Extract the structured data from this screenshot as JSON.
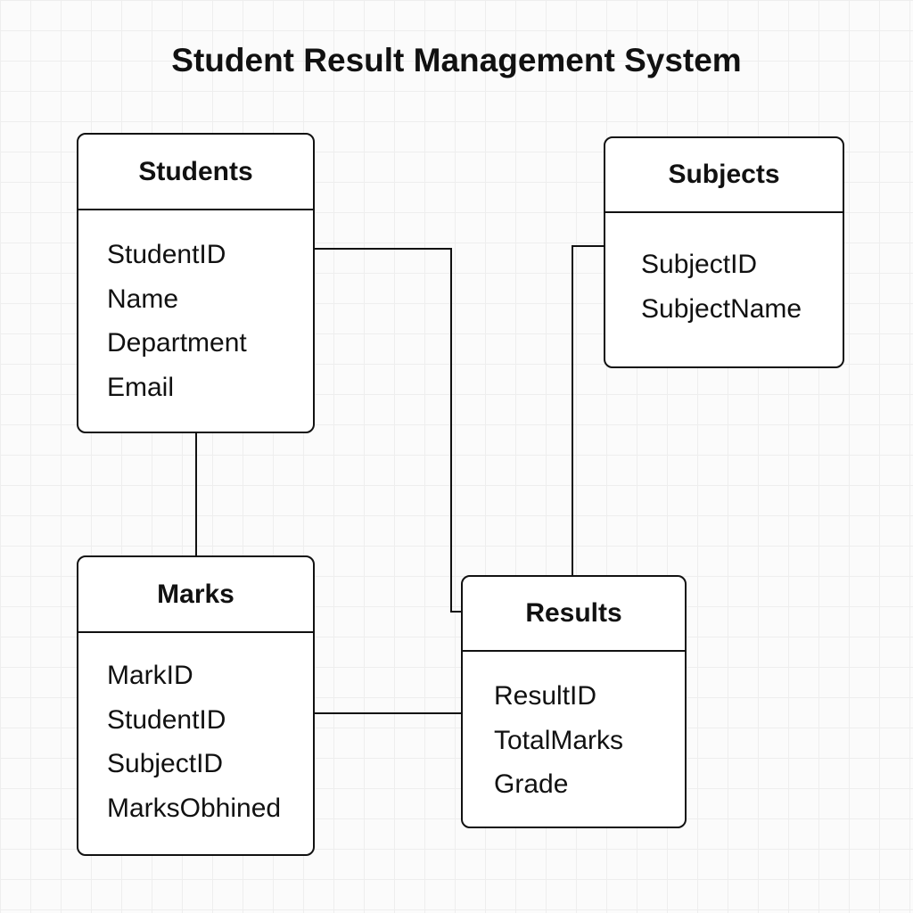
{
  "diagram": {
    "title": "Student Result Management System",
    "entities": {
      "students": {
        "name": "Students",
        "fields": [
          "StudentID",
          "Name",
          "Department",
          "Email"
        ]
      },
      "subjects": {
        "name": "Subjects",
        "fields": [
          "SubjectID",
          "SubjectName"
        ]
      },
      "marks": {
        "name": "Marks",
        "fields": [
          "MarkID",
          "StudentID",
          "SubjectID",
          "MarksObhined"
        ]
      },
      "results": {
        "name": "Results",
        "fields": [
          "ResultID",
          "TotalMarks",
          "Grade"
        ]
      }
    },
    "relationships": [
      {
        "from": "Students",
        "to": "Marks"
      },
      {
        "from": "Students",
        "to": "Results"
      },
      {
        "from": "Subjects",
        "to": "Results"
      },
      {
        "from": "Marks",
        "to": "Results"
      }
    ]
  }
}
